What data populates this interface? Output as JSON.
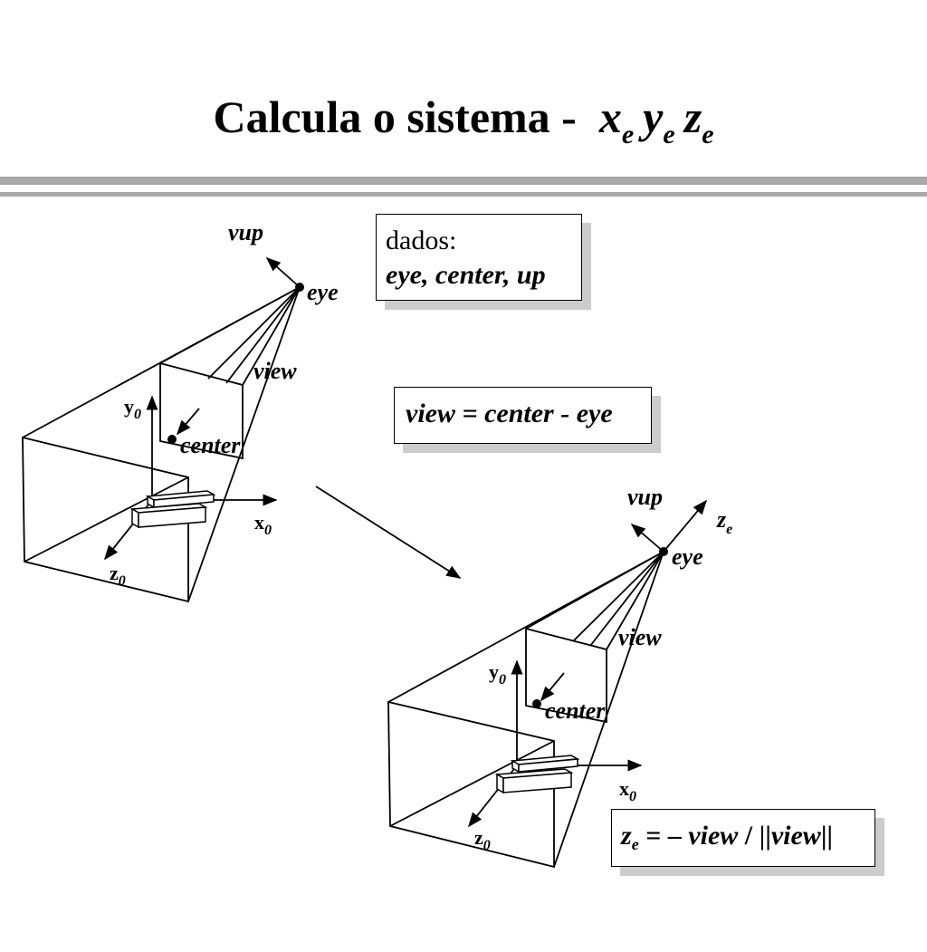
{
  "title": {
    "text": "Calcula o sistema  -",
    "x_sym": "x",
    "y_sym": "y",
    "z_sym": "z",
    "sub": "e"
  },
  "box_dados": {
    "line1": "dados:",
    "line2": "eye, center, up"
  },
  "box_view": {
    "formula": "view = center - eye"
  },
  "box_ze": {
    "lhs": "z",
    "lhs_sub": "e",
    "eq": " = – ",
    "view1": "view",
    "slash": " / ||",
    "view2": "view",
    "end": "||"
  },
  "left_diagram": {
    "vup": "vup",
    "eye": "eye",
    "view": "view",
    "center": "center",
    "y_axis": "y",
    "x_axis": "x",
    "z_axis": "z",
    "axis_sub": "0"
  },
  "right_diagram": {
    "vup": "vup",
    "ze": "z",
    "ze_sub": "e",
    "eye": "eye",
    "view": "view",
    "center": "center",
    "y_axis": "y",
    "x_axis": "x",
    "z_axis": "z",
    "axis_sub": "0"
  }
}
